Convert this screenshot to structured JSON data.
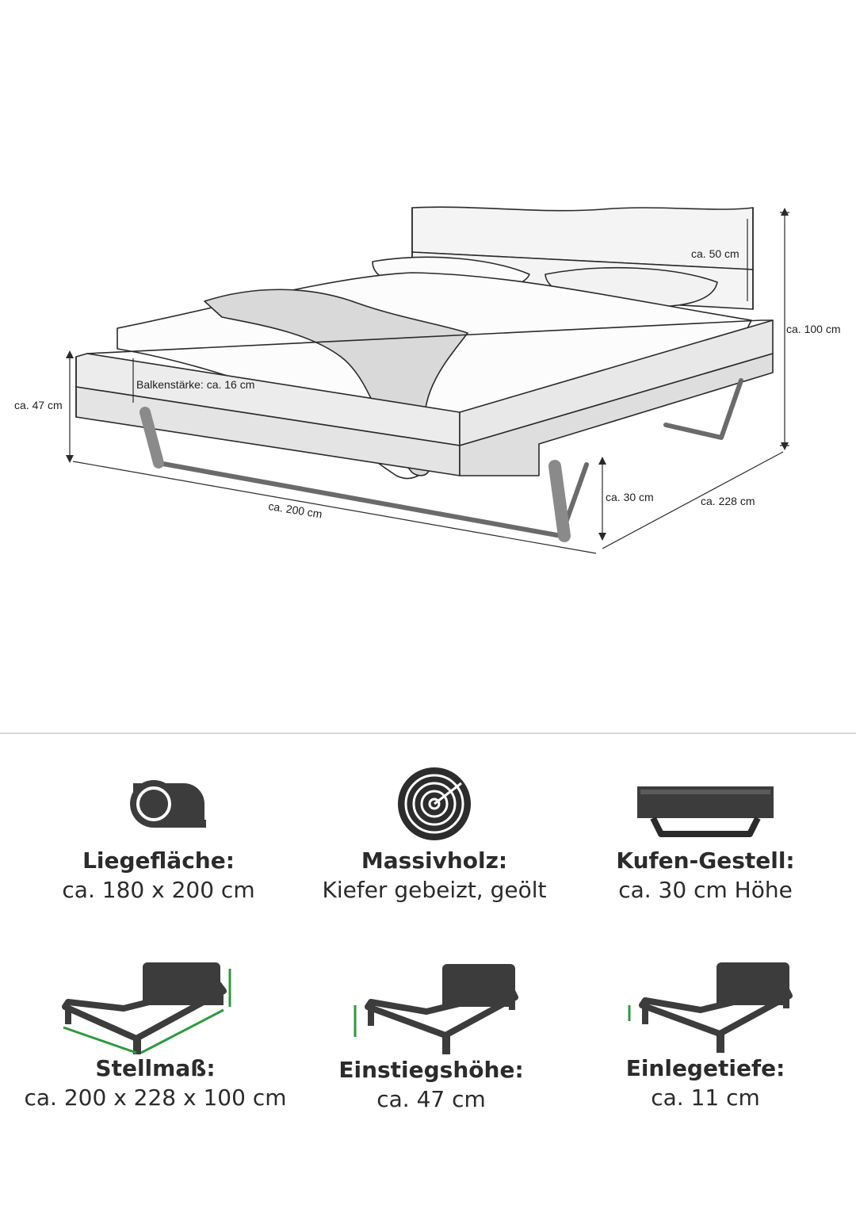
{
  "drawing": {
    "dimensions": {
      "headboard_height": "ca. 50 cm",
      "total_height": "ca. 100 cm",
      "entry_height": "ca. 47 cm",
      "beam_thickness": "Balkenstärke: ca. 16 cm",
      "length": "ca. 200 cm",
      "frame_height": "ca. 30 cm",
      "width": "ca. 228 cm"
    }
  },
  "features": [
    {
      "icon": "tape-measure-icon",
      "title": "Liegefläche:",
      "value": "ca. 180 x 200 cm"
    },
    {
      "icon": "wood-log-icon",
      "title": "Massivholz:",
      "value": "Kiefer gebeizt, geölt"
    },
    {
      "icon": "skid-frame-icon",
      "title": "Kufen-Gestell:",
      "value": "ca. 30 cm Höhe"
    },
    {
      "icon": "bed-overall-dimensions-icon",
      "title": "Stellmaß:",
      "value": "ca. 200 x 228 x 100 cm"
    },
    {
      "icon": "bed-entry-height-icon",
      "title": "Einstiegshöhe:",
      "value": "ca. 47 cm"
    },
    {
      "icon": "bed-insert-depth-icon",
      "title": "Einlegetiefe:",
      "value": "ca. 11 cm"
    }
  ],
  "colors": {
    "icon_fill": "#3c3c3c",
    "accent_green": "#2e9a3e",
    "divider": "#d6d6d6"
  }
}
